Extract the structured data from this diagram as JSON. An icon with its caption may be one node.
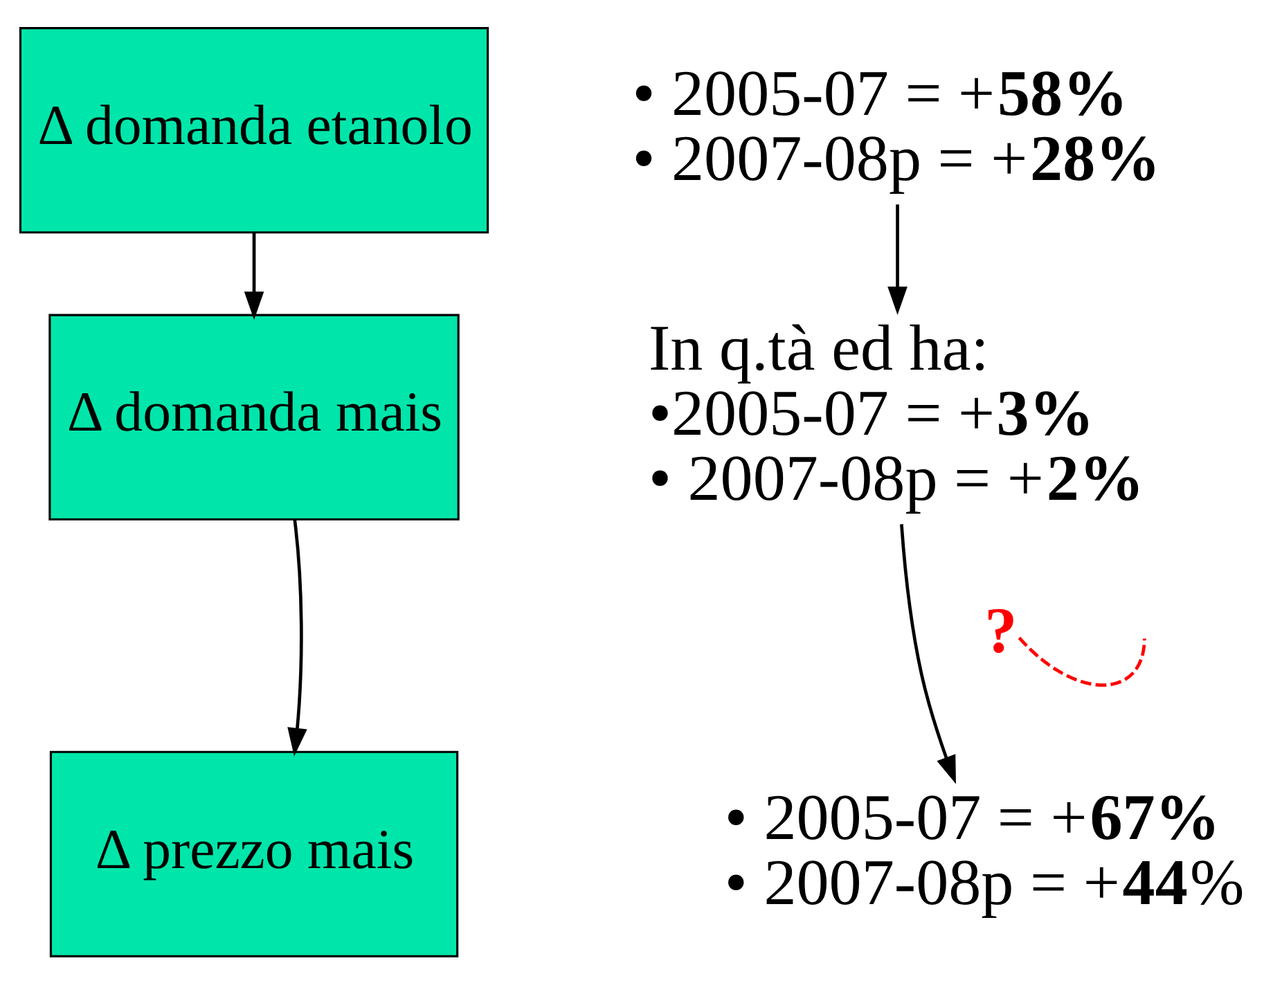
{
  "diagram": {
    "nodes": [
      {
        "text": [
          "Δ domanda etanolo"
        ]
      },
      {
        "text": [
          "Δ domanda mais"
        ]
      },
      {
        "text": [
          "Δ prezzo mais"
        ]
      },
      {
        "text": [
          "• 2005-07 = +**58%**",
          "• 2007-08p = +**28%**"
        ]
      },
      {
        "text": [
          "In q.tà ed ha:",
          "•2005-07 = +**3%**",
          "• 2007-08p = +**2%**"
        ]
      },
      {
        "text": [
          "• 2005-07 = +**67%**",
          "• 2007-08p = +**44**%"
        ]
      },
      {
        "text": [
          "?"
        ]
      }
    ],
    "edges": [
      {
        "from": 0,
        "to": 1,
        "arrow": "to"
      },
      {
        "from": 1,
        "to": 2,
        "arrow": "to"
      },
      {
        "from": 3,
        "to": 4,
        "arrow": "to"
      },
      {
        "from": 4,
        "to": 5,
        "arrow": "to"
      },
      {
        "from": 6,
        "to": null,
        "arrow": "none",
        "style": "dashed",
        "color": "#ff0000"
      }
    ]
  }
}
